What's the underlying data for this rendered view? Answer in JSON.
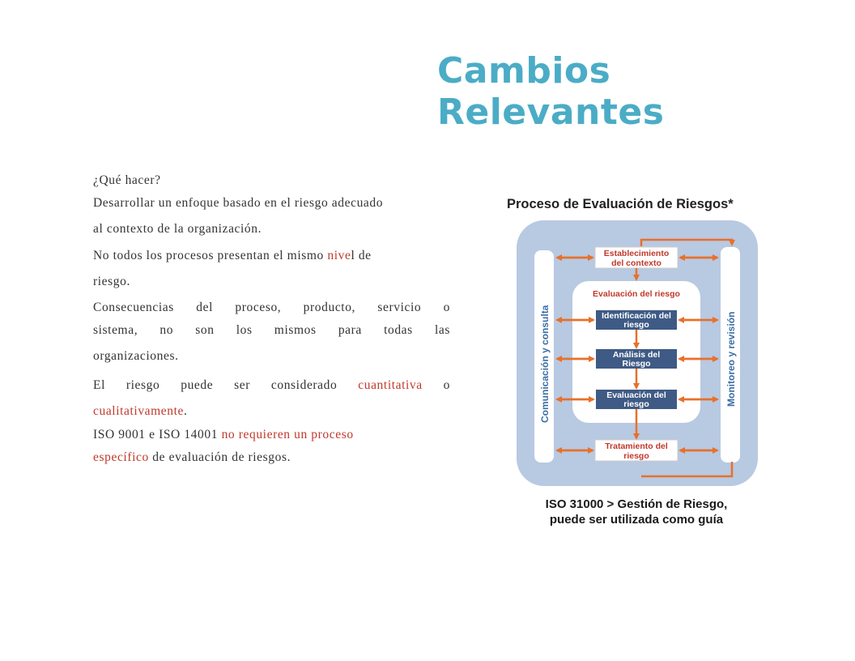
{
  "page": {
    "title": "Cambios Relevantes"
  },
  "content": {
    "q": "¿Qué hacer?",
    "p1a": "Desarrollar un enfoque basado en el riesgo adecuado",
    "p1b": "al contexto de la organización.",
    "p2a_pre": "No todos los procesos presentan el mismo ",
    "p2a_red": "nive",
    "p2a_post": "l de",
    "p2b": "riesgo.",
    "p3a": "Consecuencias del proceso, producto, servicio o",
    "p3b": "sistema, no son los mismos para todas las",
    "p3c": "organizaciones.",
    "p4a_pre": "El riesgo puede ser considerado ",
    "p4a_red": "cuantitativa",
    "p4a_post": " o",
    "p4b_red": "cualitativamente",
    "p4b_post": ".",
    "p5a_pre": "ISO 9001 e ISO 14001 ",
    "p5a_red": "no requieren un proceso",
    "p5b_red": "específico",
    "p5b_post": "  de evaluación de riesgos."
  },
  "diagram": {
    "title": "Proceso de Evaluación de Riesgos*",
    "left_label": "Comunicación y consulta",
    "right_label": "Monitoreo y revisión",
    "box_context_1": "Establecimiento",
    "box_context_2": "del contexto",
    "inner_title": "Evaluación del riesgo",
    "box_ident_1": "Identificación del",
    "box_ident_2": "riesgo",
    "box_analysis_1": "Análisis del",
    "box_analysis_2": "Riesgo",
    "box_eval_1": "Evaluación del",
    "box_eval_2": "riesgo",
    "box_treat_1": "Tratamiento del",
    "box_treat_2": "riesgo",
    "caption_1": "ISO 31000 > Gestión de Riesgo,",
    "caption_2": "puede ser utilizada como guía",
    "colors": {
      "outer_bg": "#b8c9e2",
      "inner_bg": "#ffffff",
      "dark_box": "#3e5a85",
      "arrow": "#e8702a",
      "box_text_red": "#c0392b"
    }
  }
}
